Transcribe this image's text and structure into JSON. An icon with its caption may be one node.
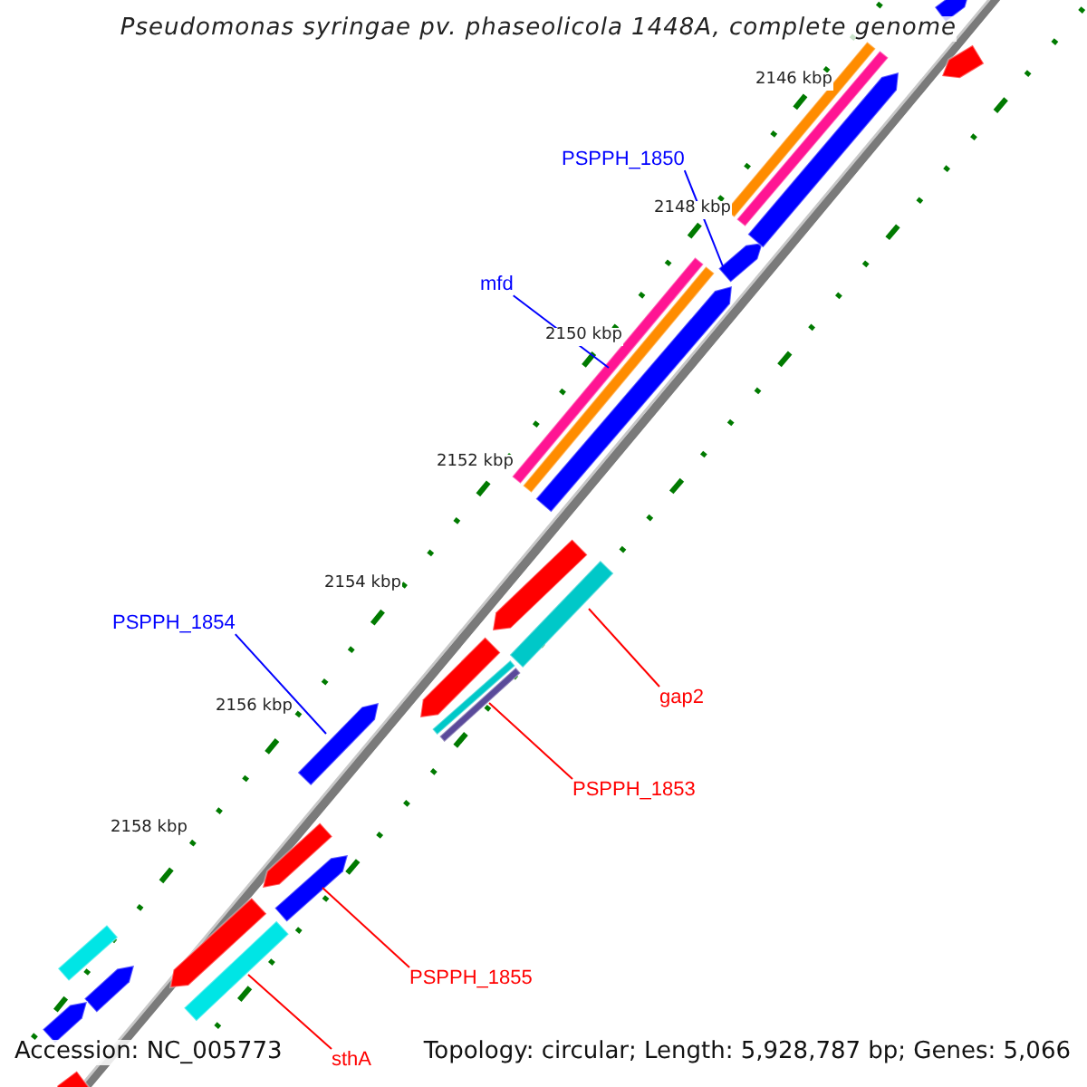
{
  "diagram": {
    "title": "Pseudomonas syringae pv. phaseolicola 1448A, complete genome",
    "nodes": [
      {
        "text": [
          "PSPPH_1850"
        ]
      },
      {
        "text": [],
        "shape": "bar"
      },
      {
        "text": [
          "mfd"
        ]
      },
      {
        "text": [],
        "shape": "bar"
      },
      {
        "text": [
          "PSPPH_1854"
        ]
      },
      {
        "text": [],
        "shape": "bar"
      },
      {
        "text": [
          "gap2"
        ]
      },
      {
        "text": [],
        "shape": "bar"
      },
      {
        "text": [
          "PSPPH_1853"
        ]
      },
      {
        "text": [],
        "shape": "bar"
      },
      {
        "text": [
          "PSPPH_1855"
        ]
      },
      {
        "text": [],
        "shape": "bar"
      },
      {
        "text": [
          "sthA"
        ]
      },
      {
        "text": [],
        "shape": "bar"
      },
      {
        "text": [],
        "shape": "bar"
      },
      {
        "text": [],
        "shape": "bar"
      },
      {
        "text": [],
        "shape": "bar"
      },
      {
        "text": [],
        "shape": "bar"
      },
      {
        "text": [],
        "shape": "bar"
      },
      {
        "text": [],
        "shape": "bar"
      },
      {
        "text": [],
        "shape": "bar"
      },
      {
        "text": [],
        "shape": "bar"
      }
    ],
    "edges": [
      {
        "from": 0,
        "to": 1,
        "arrow": "none",
        "color": "#0000ff"
      },
      {
        "from": 2,
        "to": 3,
        "arrow": "none",
        "color": "#0000ff"
      },
      {
        "from": 4,
        "to": 5,
        "arrow": "none",
        "color": "#0000ff"
      },
      {
        "from": 6,
        "to": 7,
        "arrow": "none"
      },
      {
        "from": 8,
        "to": 9,
        "arrow": "none"
      },
      {
        "from": 10,
        "to": 11,
        "arrow": "none"
      },
      {
        "from": 12,
        "to": 13,
        "arrow": "none"
      }
    ],
    "labels": [
      "2146 kbp",
      "2148 kbp",
      "2150 kbp",
      "2152 kbp",
      "2154 kbp",
      "2156 kbp",
      "2158 kbp",
      "Accession: NC_005773",
      "Topology: circular; Length: 5,928,787 bp; Genes: 5,066"
    ]
  }
}
